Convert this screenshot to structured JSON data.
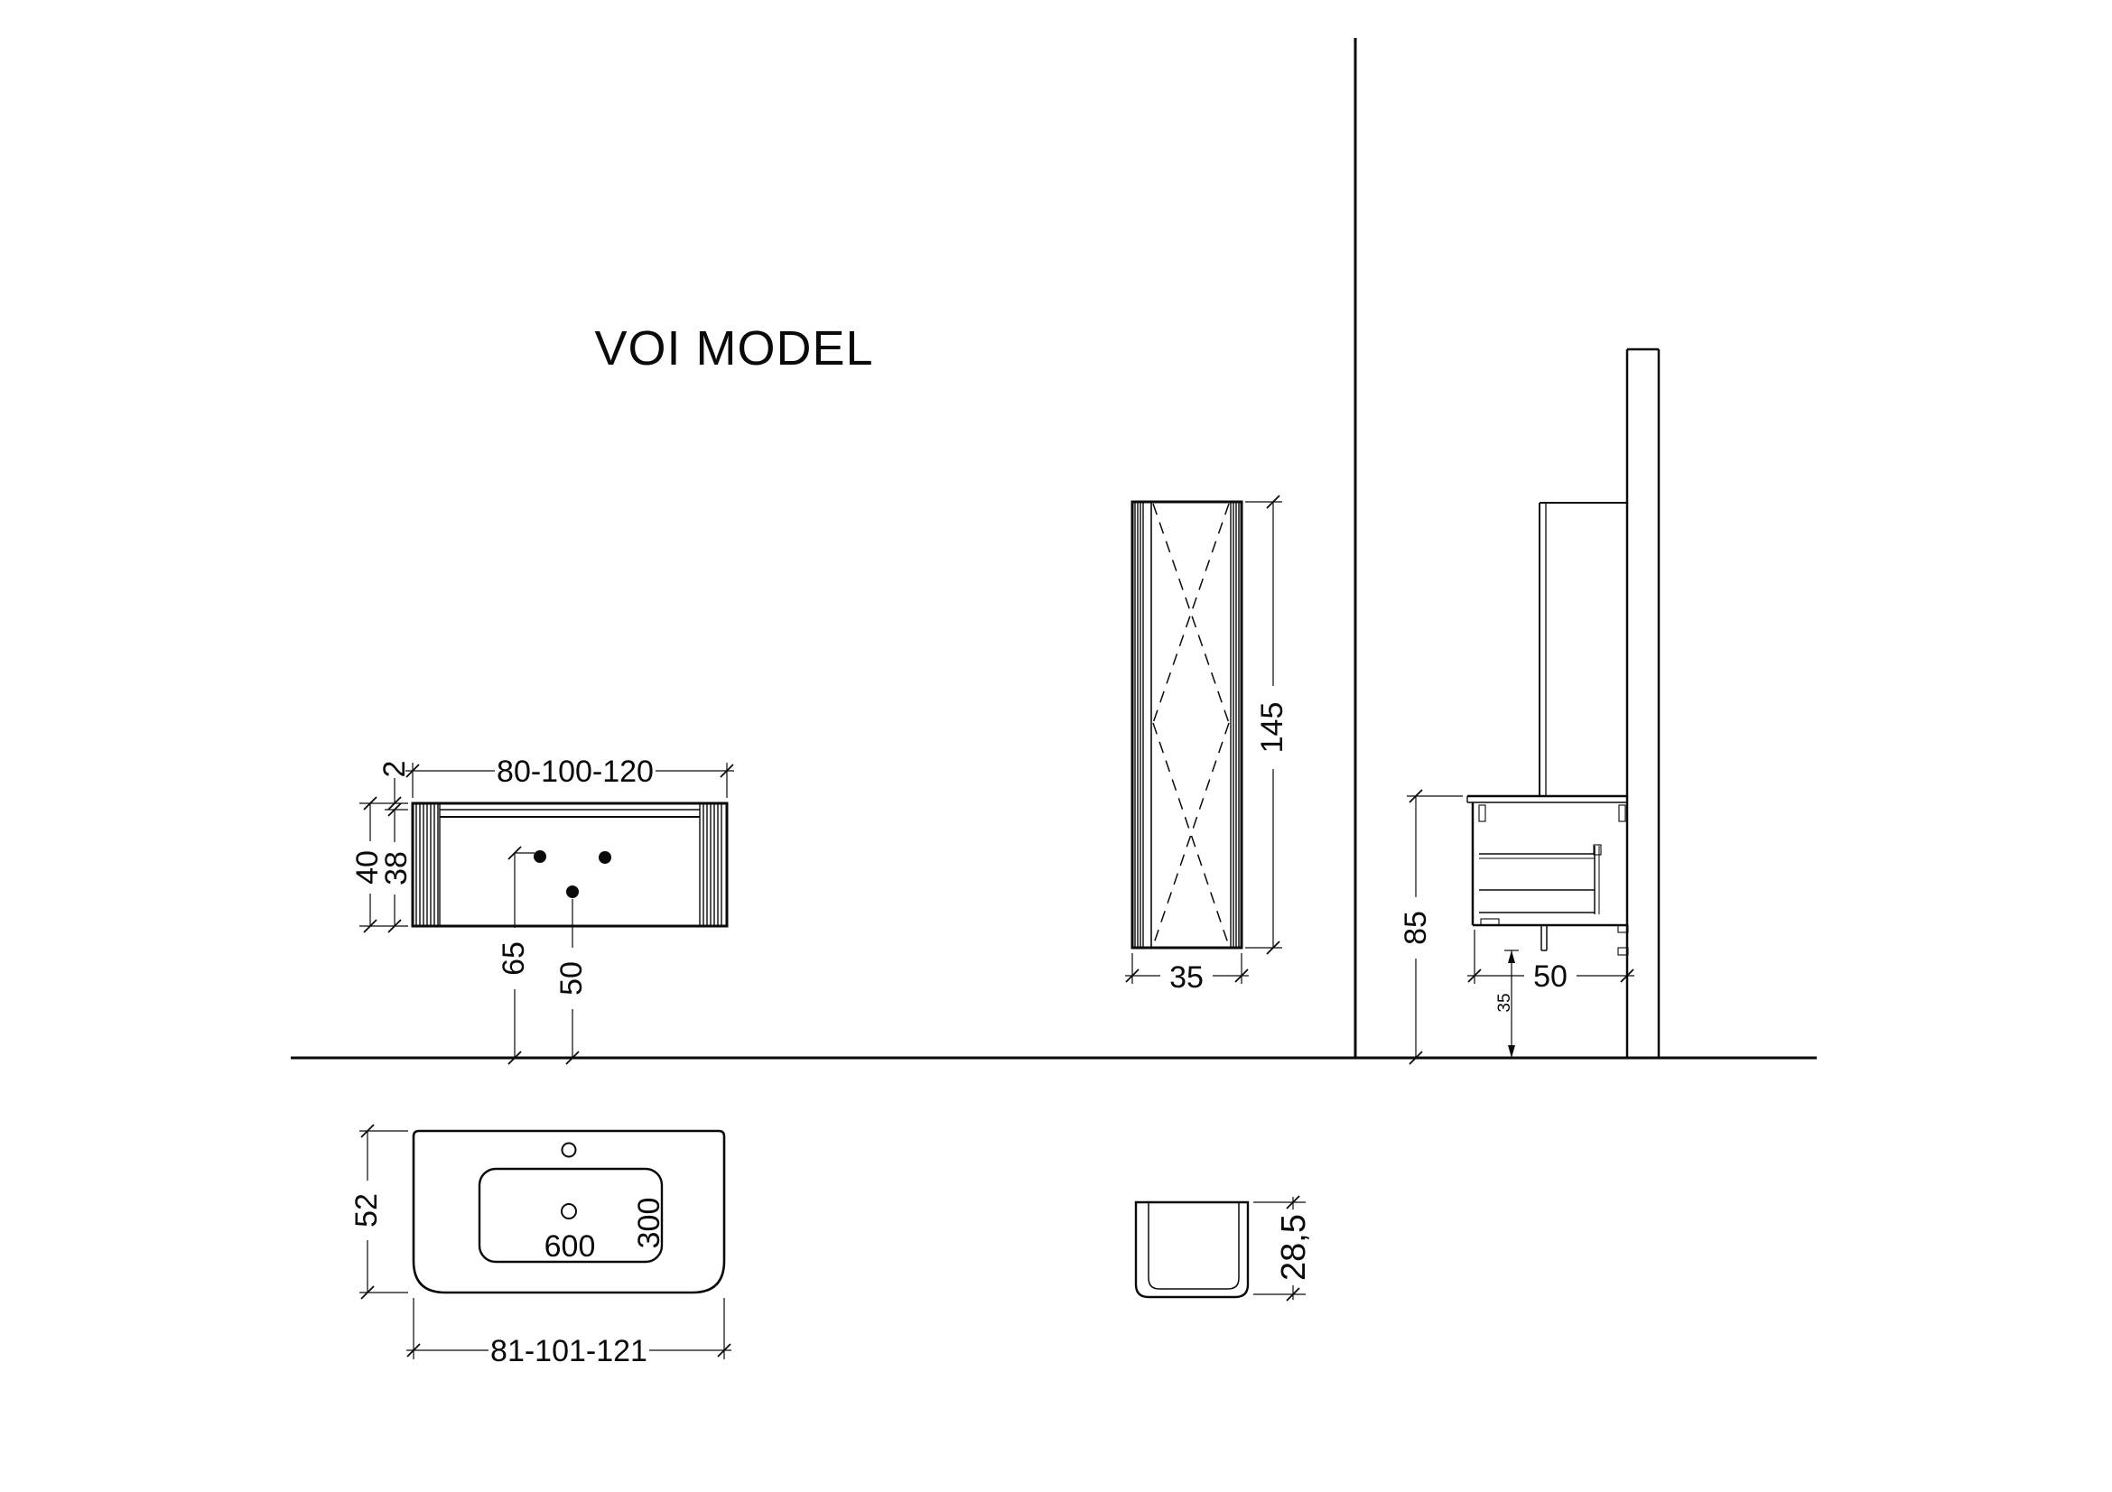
{
  "title": "VOI MODEL",
  "front_view": {
    "width_label": "80-100-120",
    "countertop_thickness": "2",
    "total_height": "40",
    "body_height": "38",
    "side_holes_height": "65",
    "center_hole_height": "50"
  },
  "tall_cabinet_view": {
    "height": "145",
    "width": "35"
  },
  "side_view": {
    "worktop_height": "85",
    "depth": "50",
    "drain_height": "35"
  },
  "basin_top_view": {
    "depth": "52",
    "bowl_width": "600",
    "bowl_depth": "300",
    "width_label": "81-101-121"
  },
  "basin_profile_view": {
    "height": "28,5"
  }
}
